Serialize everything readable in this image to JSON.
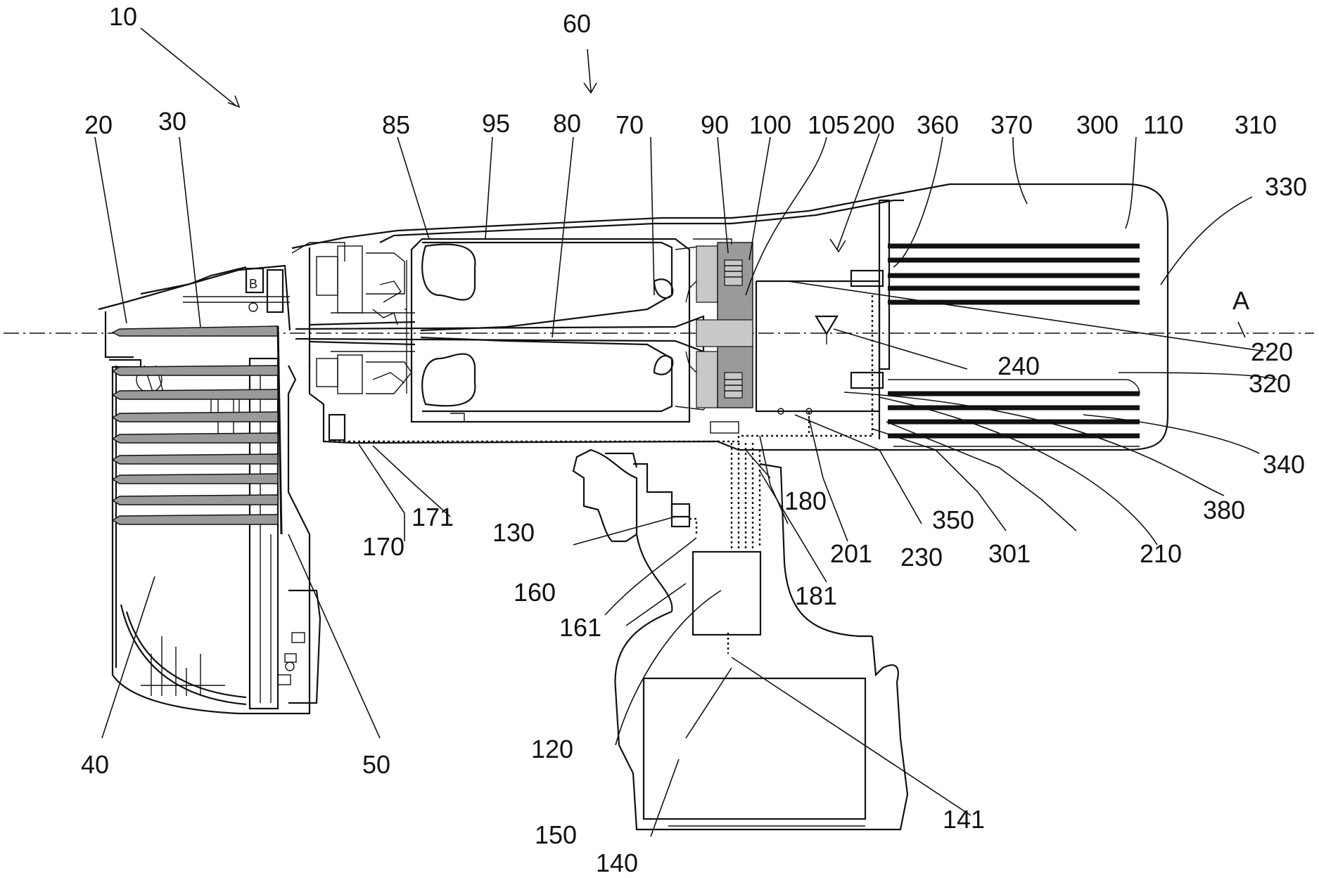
{
  "figure": {
    "axis_label": "A",
    "reference_numerals": [
      "10",
      "20",
      "30",
      "40",
      "50",
      "60",
      "70",
      "80",
      "85",
      "90",
      "95",
      "100",
      "105",
      "110",
      "120",
      "130",
      "140",
      "141",
      "150",
      "160",
      "161",
      "170",
      "171",
      "180",
      "181",
      "200",
      "201",
      "210",
      "220",
      "230",
      "240",
      "300",
      "301",
      "310",
      "320",
      "330",
      "340",
      "350",
      "360",
      "370",
      "380"
    ]
  }
}
